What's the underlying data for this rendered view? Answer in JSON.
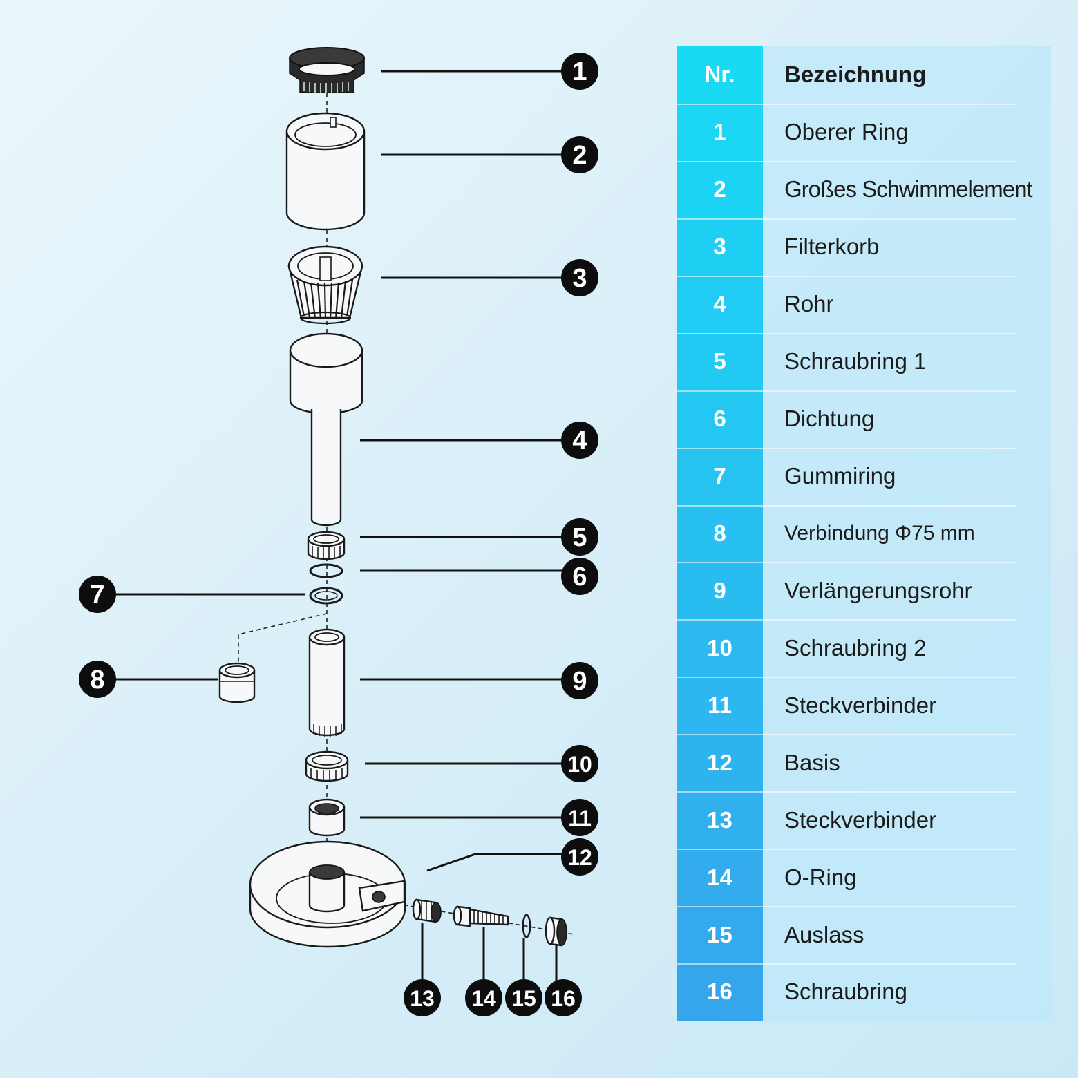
{
  "table": {
    "header": {
      "nr": "Nr.",
      "name": "Bezeichnung"
    },
    "rows": [
      {
        "nr": "1",
        "name": "Oberer Ring"
      },
      {
        "nr": "2",
        "name": "Großes Schwimmelement"
      },
      {
        "nr": "3",
        "name": "Filterkorb"
      },
      {
        "nr": "4",
        "name": "Rohr"
      },
      {
        "nr": "5",
        "name": "Schraubring 1"
      },
      {
        "nr": "6",
        "name": "Dichtung"
      },
      {
        "nr": "7",
        "name": "Gummiring"
      },
      {
        "nr": "8",
        "name": "Verbindung Φ75 mm"
      },
      {
        "nr": "9",
        "name": "Verlängerungsrohr"
      },
      {
        "nr": "10",
        "name": "Schraubring 2"
      },
      {
        "nr": "11",
        "name": "Steckverbinder"
      },
      {
        "nr": "12",
        "name": "Basis"
      },
      {
        "nr": "13",
        "name": "Steckverbinder"
      },
      {
        "nr": "14",
        "name": "O-Ring"
      },
      {
        "nr": "15",
        "name": "Auslass"
      },
      {
        "nr": "16",
        "name": "Schraubring"
      }
    ]
  },
  "callouts": [
    "1",
    "2",
    "3",
    "4",
    "5",
    "6",
    "7",
    "8",
    "9",
    "10",
    "11",
    "12",
    "13",
    "14",
    "15",
    "16"
  ],
  "colors": {
    "nr_column_top": "#19d9f5",
    "nr_column_bottom": "#36a6ec",
    "callout_fill": "#0d0d0d",
    "name_column": "#bfe8fa",
    "background": "#dff2f9"
  }
}
